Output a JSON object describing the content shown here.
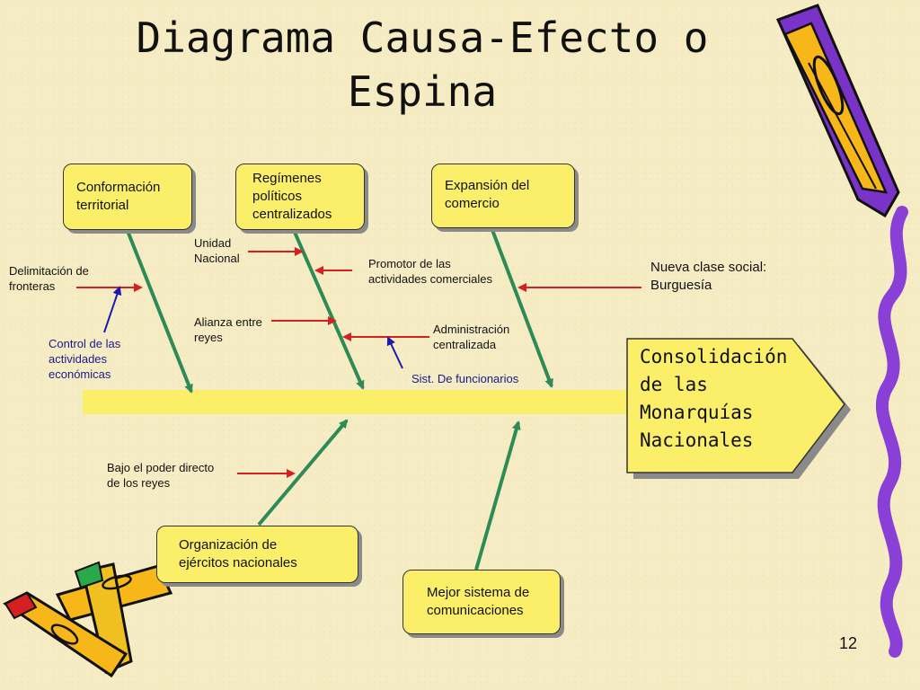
{
  "slide": {
    "title": "Diagrama Causa-Efecto o\nEspina",
    "page_number": "12"
  },
  "effect": {
    "text": "Consolidación\n   de las\n   Monarquías\n   Nacionales"
  },
  "categories": {
    "conformacion": "Conformación\nterritorial",
    "regimenes": "Regímenes\npolíticos\ncentralizados",
    "expansion": "Expansión del\ncomercio",
    "ejercitos": "Organización de\nejércitos nacionales",
    "comunicaciones": "Mejor sistema de\ncomunicaciones"
  },
  "causes": {
    "delimitacion": "Delimitación de\nfronteras",
    "control": "Control de las\nactividades\neconómicas",
    "unidad": "Unidad\nNacional",
    "alianza": "Alianza entre\nreyes",
    "promotor": "Promotor de las\nactividades comerciales",
    "administracion": "Administración\ncentralizada",
    "funcionarios": "Sist. De funcionarios",
    "burguesia": "Nueva clase social:\nBurguesía",
    "bajo_poder": "Bajo el poder directo\nde los reyes"
  },
  "colors": {
    "spine": "#fbef6a",
    "box_fill": "#fbef6a",
    "bone_green": "#2e8b57",
    "cause_red": "#d42020",
    "sub_blue": "#1a1ab0"
  },
  "decorations": [
    "pencil-icon",
    "crayons-icon",
    "wavy-ribbon-icon"
  ]
}
